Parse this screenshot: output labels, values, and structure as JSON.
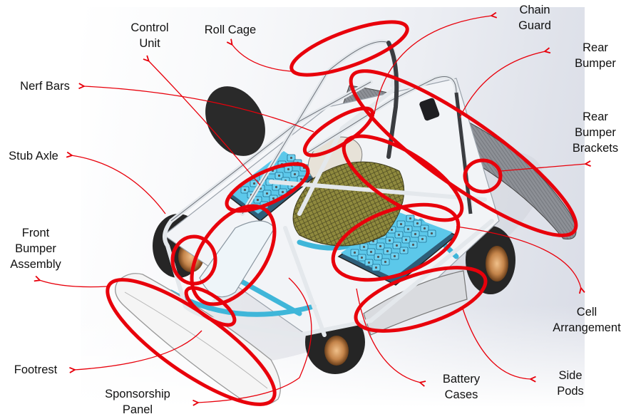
{
  "diagram": {
    "subject": "Electric go-kart CAD assembly",
    "colors": {
      "callout": "#e8000b",
      "frame": "#dfe4ea",
      "chassis_accent": "#3fb6d9",
      "battery_cell": "#5cc8ea",
      "tire": "#222222",
      "hub": "#c98a4b",
      "seat": "#8a8438",
      "bumper_carbon": "#7d7f85"
    },
    "labels": [
      {
        "id": "control-unit",
        "text": "Control\nUnit"
      },
      {
        "id": "roll-cage",
        "text": "Roll Cage"
      },
      {
        "id": "chain-guard",
        "text": "Chain\nGuard"
      },
      {
        "id": "rear-bumper",
        "text": "Rear\nBumper"
      },
      {
        "id": "nerf-bars",
        "text": "Nerf Bars"
      },
      {
        "id": "rear-bumper-brackets",
        "text": "Rear\nBumper\nBrackets"
      },
      {
        "id": "stub-axle",
        "text": "Stub Axle"
      },
      {
        "id": "front-bumper-assembly",
        "text": "Front\nBumper\nAssembly"
      },
      {
        "id": "cell-arrangement",
        "text": "Cell\nArrangement"
      },
      {
        "id": "footrest",
        "text": "Footrest"
      },
      {
        "id": "battery-cases",
        "text": "Battery\nCases"
      },
      {
        "id": "side-pods",
        "text": "Side\nPods"
      },
      {
        "id": "sponsorship-panel",
        "text": "Sponsorship\nPanel"
      }
    ]
  }
}
